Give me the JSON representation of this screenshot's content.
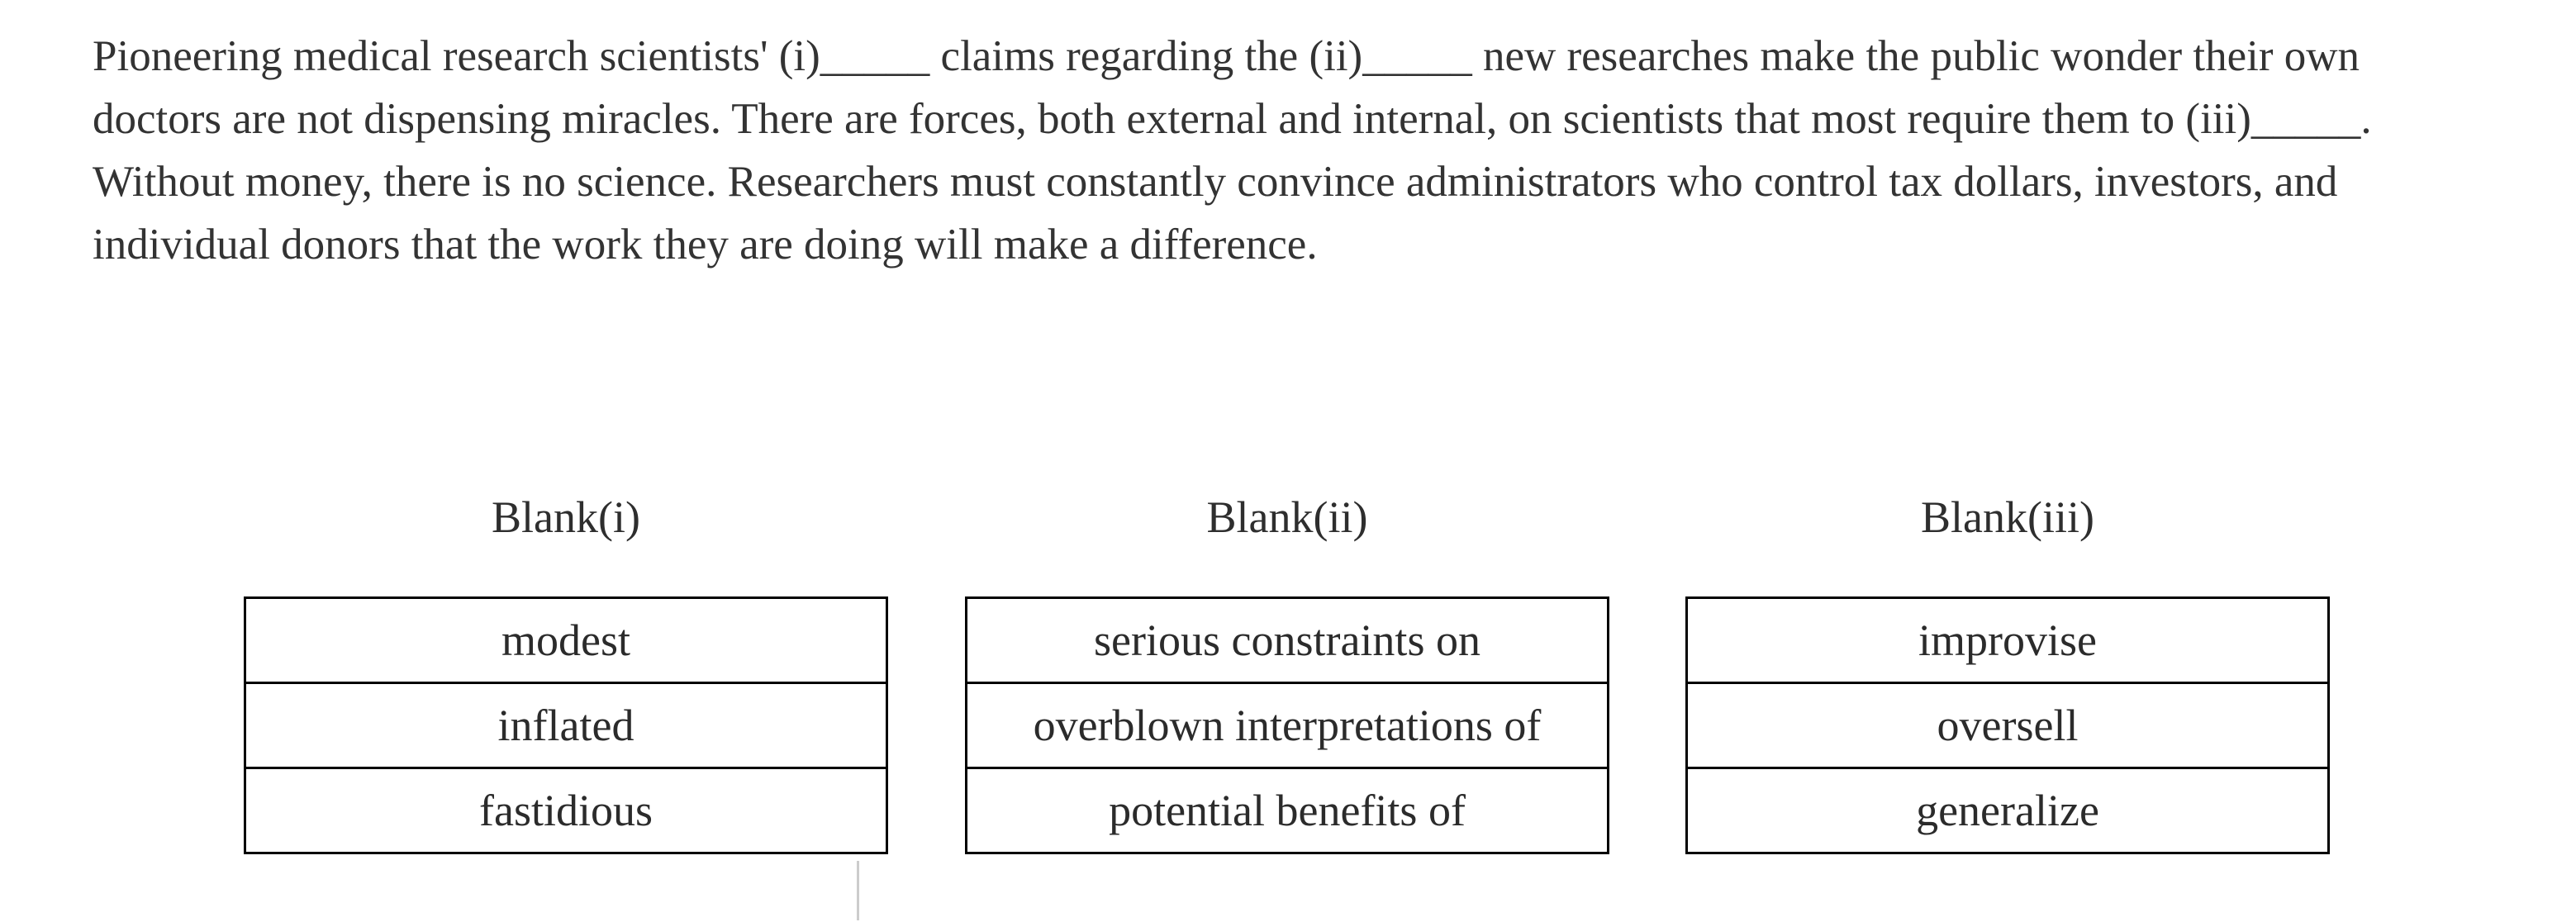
{
  "passage": {
    "lines": [
      "Pioneering medical research scientists' (i)_____ claims regarding the (ii)_____ new researches make the public wonder their own",
      "doctors are not dispensing miracles. There are forces, both external and internal, on scientists that most require them to (iii)_____.",
      "Without money, there is no science. Researchers must constantly convince administrators who control tax dollars, investors, and",
      "individual donors that the work they are doing will make a difference."
    ]
  },
  "blanks": [
    {
      "label": "Blank(i)",
      "options": [
        "modest",
        "inflated",
        "fastidious"
      ]
    },
    {
      "label": "Blank(ii)",
      "options": [
        "serious constraints on",
        "overblown interpretations of",
        "potential benefits of"
      ]
    },
    {
      "label": "Blank(iii)",
      "options": [
        "improvise",
        "oversell",
        "generalize"
      ]
    }
  ],
  "colors": {
    "passage_text": "#333333",
    "option_text": "#2b2b2b",
    "table_border": "#000000",
    "stray_line": "#cccccc",
    "background": "#ffffff"
  }
}
